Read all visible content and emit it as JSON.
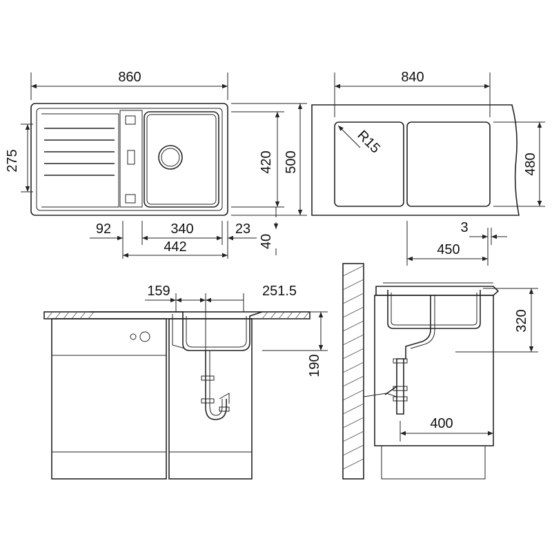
{
  "top_view": {
    "width_overall": "860",
    "depth_overall": "500",
    "bowl_depth": "420",
    "drainer_offset": "275",
    "edge_left": "92",
    "bowl_width": "340",
    "edge_right": "23",
    "edge_bottom": "40",
    "bowl_with_center": "442"
  },
  "cutout_view": {
    "cutout_width": "840",
    "cutout_depth": "480",
    "corner_radius": "R15",
    "tolerance": "3",
    "cutout_right": "450"
  },
  "front_view": {
    "offset_left": "159",
    "offset_right": "251.5",
    "bowl_height": "190"
  },
  "side_view": {
    "depth_below": "320",
    "wall_distance": "400"
  }
}
